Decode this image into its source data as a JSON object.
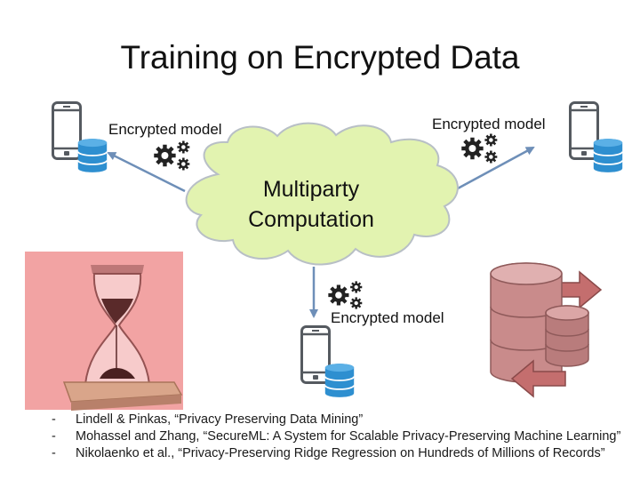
{
  "title": "Training on Encrypted Data",
  "cloud": {
    "line1": "Multiparty",
    "line2": "Computation"
  },
  "labels": {
    "left": "Encrypted model",
    "right": "Encrypted model",
    "bottom": "Encrypted model"
  },
  "references": [
    {
      "marker": "-",
      "text": "Lindell & Pinkas, “Privacy Preserving Data Mining”"
    },
    {
      "marker": "-",
      "text": "Mohassel and Zhang, “SecureML: A System for Scalable Privacy-Preserving Machine Learning”"
    },
    {
      "marker": "-",
      "text": "Nikolaenko et al., “Privacy-Preserving Ridge Regression on Hundreds of Millions of Records”"
    }
  ],
  "colors": {
    "cloud_fill": "#e2f3b0",
    "cloud_stroke": "#b8bfc6",
    "arrow": "#6e8fb8",
    "database": "#2e8fd0",
    "phone": "#555a60",
    "hourglass_bg": "#f2a3a3",
    "db_stack": "#c98b8b"
  },
  "icons": [
    "phone-icon",
    "database-icon",
    "gears-icon",
    "hourglass-image",
    "database-stack-icon"
  ]
}
